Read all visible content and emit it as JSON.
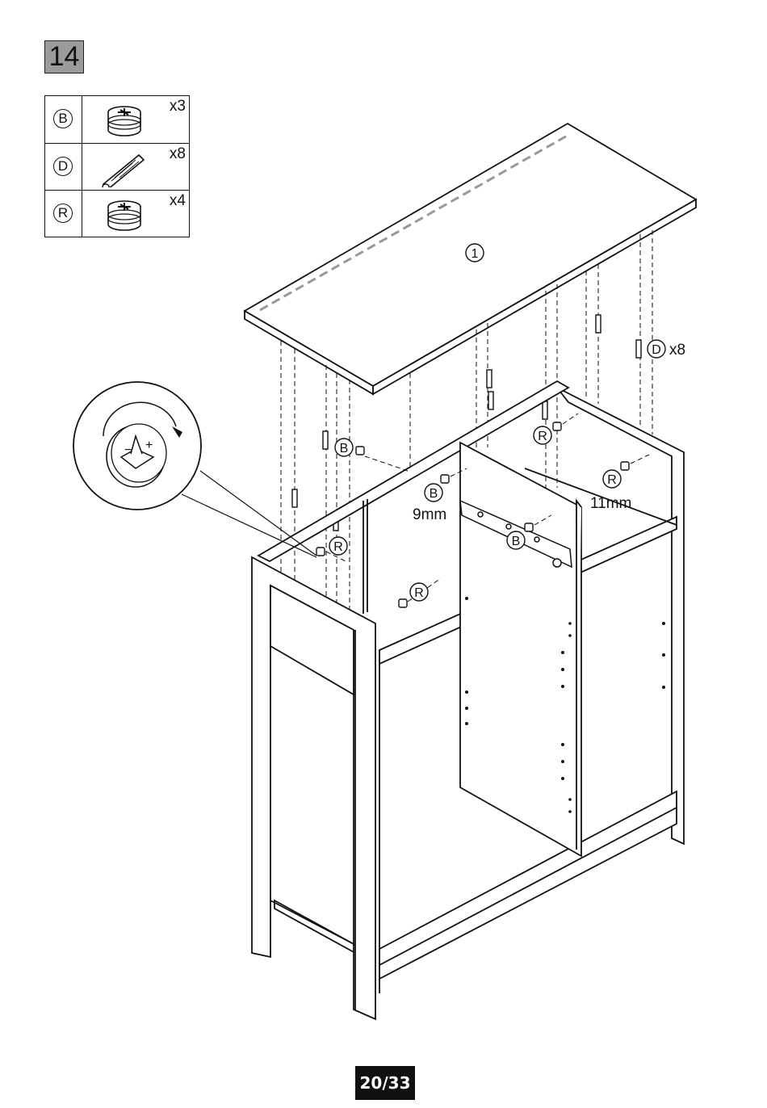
{
  "step": "14",
  "parts": [
    {
      "letter": "B",
      "quantity": "x3",
      "icon": "cam-lock-icon"
    },
    {
      "letter": "D",
      "quantity": "x8",
      "icon": "wooden-dowel-icon"
    },
    {
      "letter": "R",
      "quantity": "x4",
      "icon": "cam-lock-icon"
    }
  ],
  "callouts": {
    "top_panel": "1",
    "dowel_letter": "D",
    "dowel_qty": "x8",
    "cam_b": "B",
    "cam_r": "R",
    "dim_9mm": "9mm",
    "dim_11mm": "11mm",
    "minus": "−",
    "plus": "+"
  },
  "page_number": "20/33"
}
